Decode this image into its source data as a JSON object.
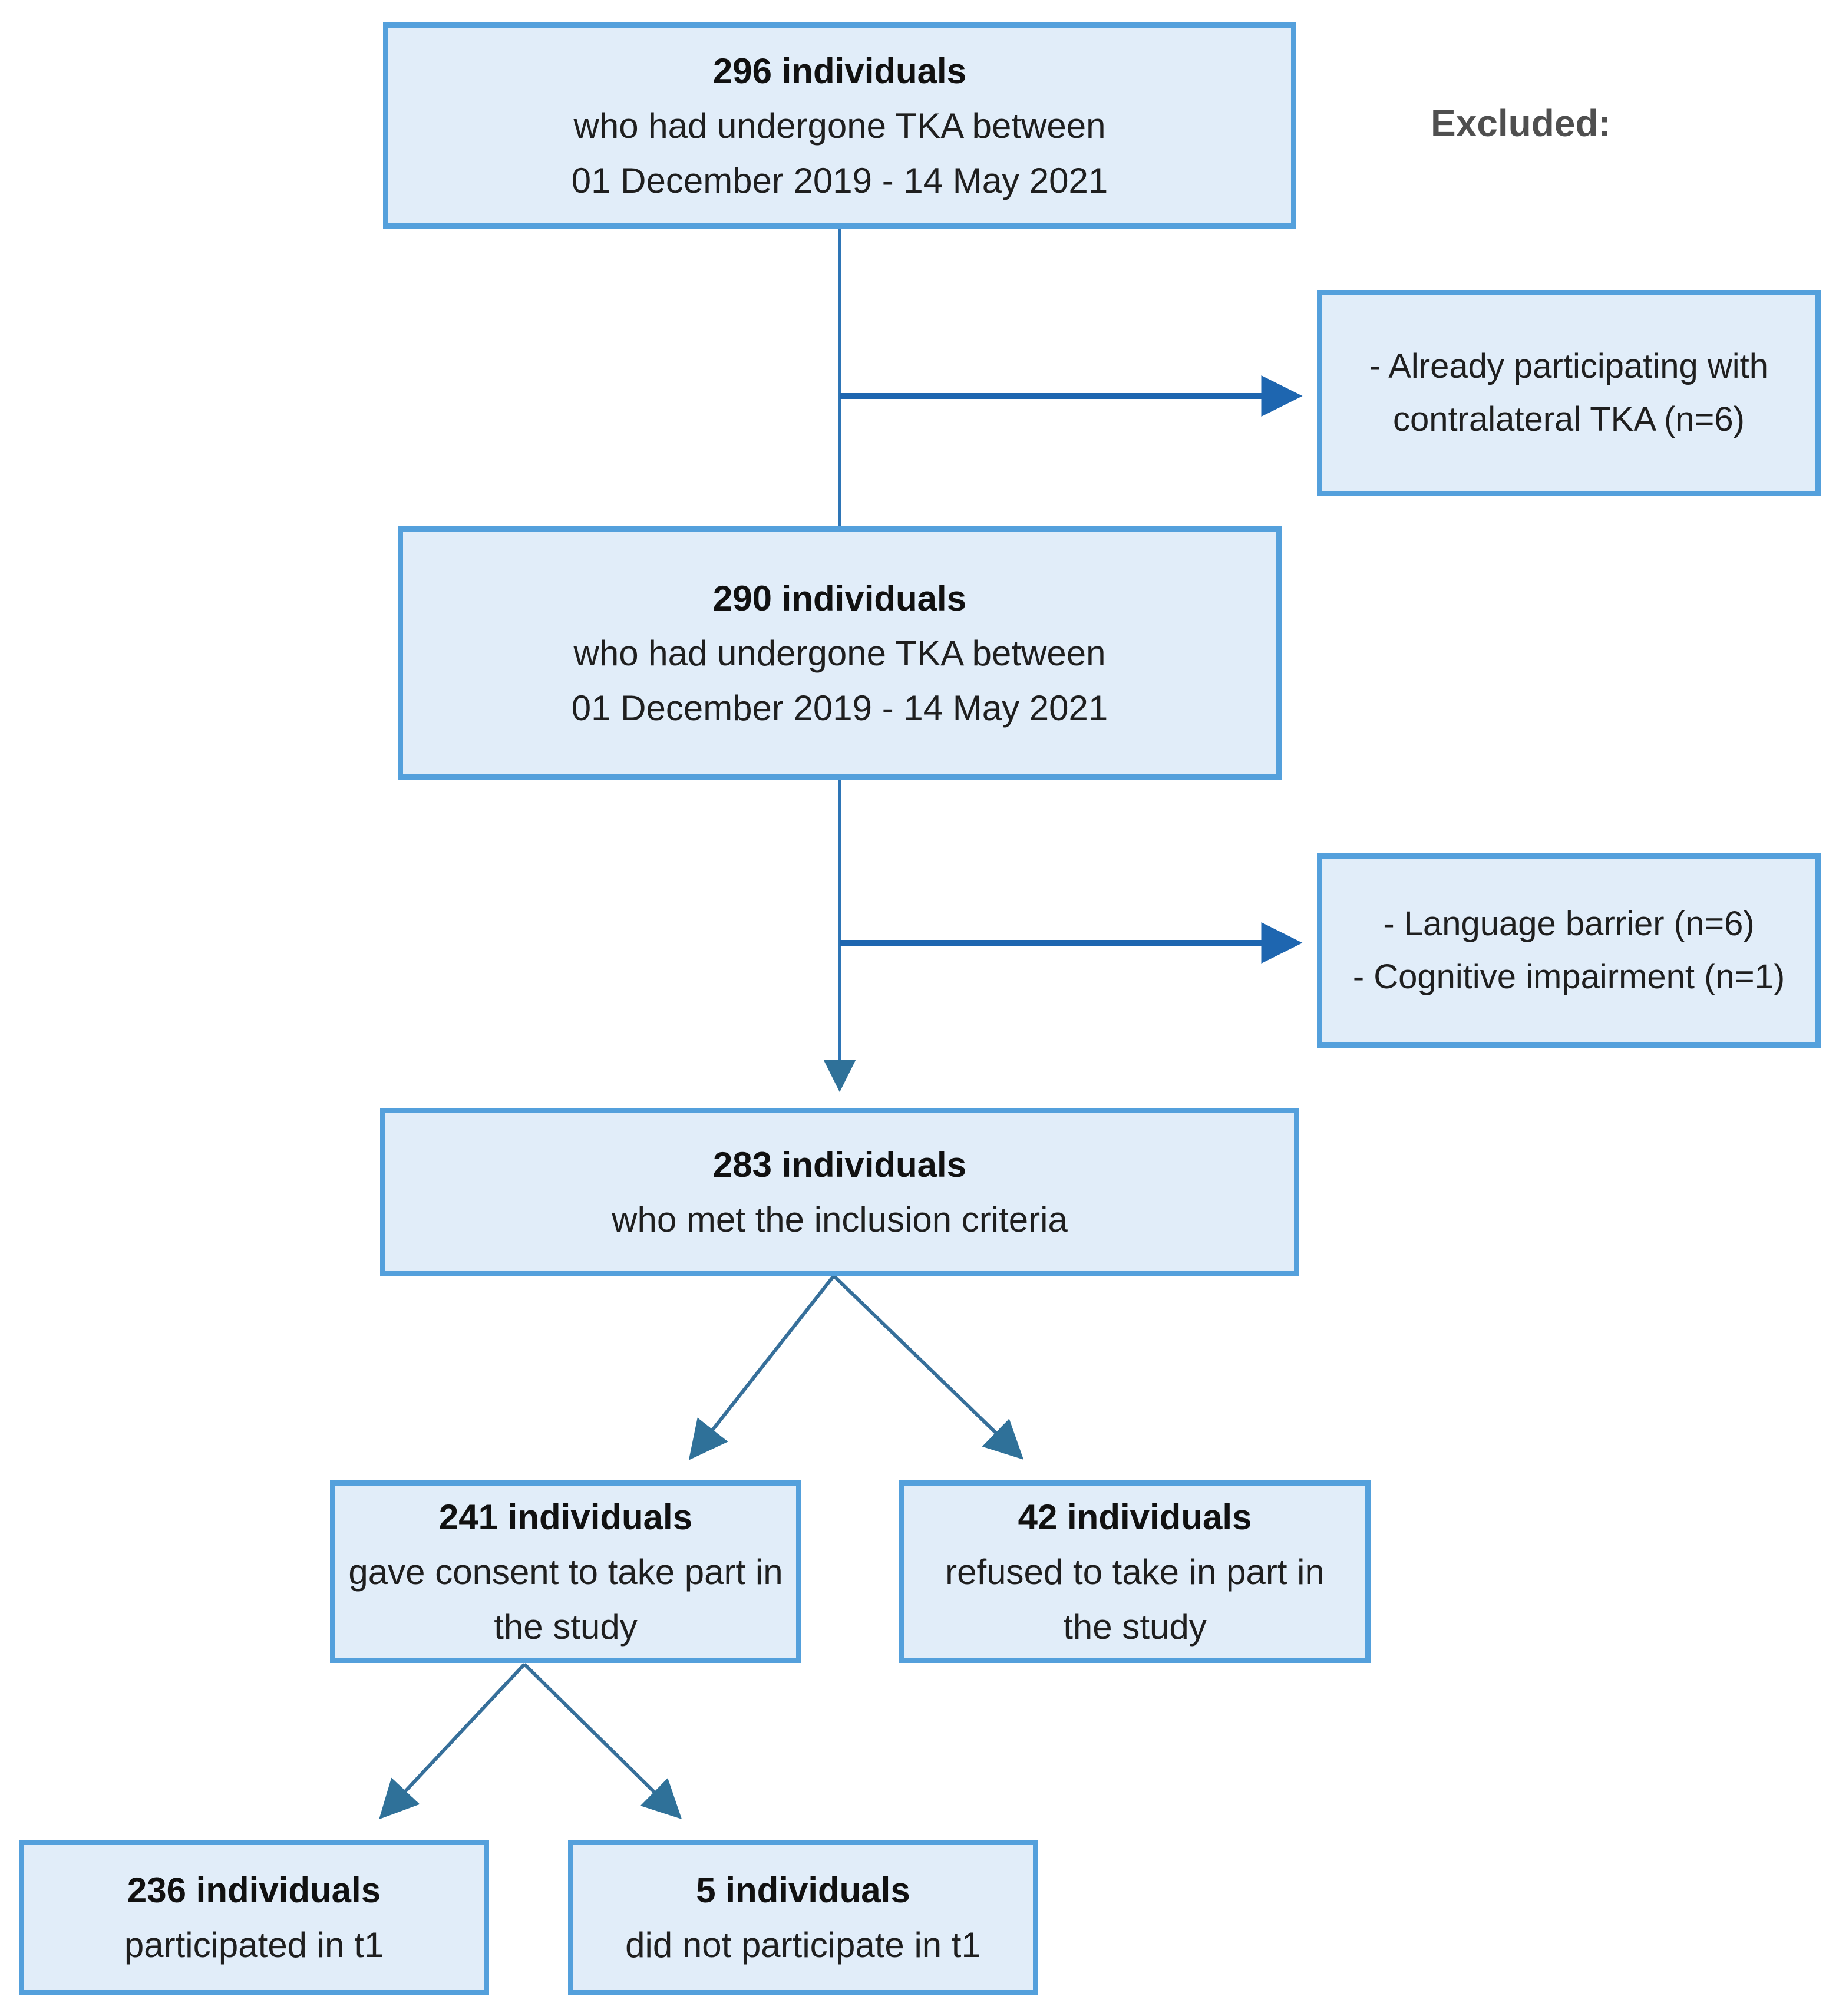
{
  "diagram": {
    "excluded_label": "Excluded:",
    "boxes": {
      "b296": {
        "title": "296 individuals",
        "lines": [
          "who had undergone TKA between",
          "01 December 2019 - 14 May 2021"
        ]
      },
      "b290": {
        "title": "290 individuals",
        "lines": [
          "who had undergone TKA between",
          "01 December 2019 - 14 May 2021"
        ]
      },
      "b283": {
        "title": "283 individuals",
        "lines": [
          "who met the inclusion criteria"
        ]
      },
      "b241": {
        "title": "241 individuals",
        "lines": [
          "gave consent to take part in",
          "the study"
        ]
      },
      "b42": {
        "title": "42 individuals",
        "lines": [
          "refused to take in part in",
          "the study"
        ]
      },
      "b236": {
        "title": "236 individuals",
        "lines": [
          "participated in t1"
        ]
      },
      "b5": {
        "title": "5 individuals",
        "lines": [
          "did not participate in t1"
        ]
      },
      "excl1": {
        "lines": [
          "- Already participating with",
          "contralateral TKA (n=6)"
        ]
      },
      "excl2": {
        "lines": [
          "- Language barrier (n=6)",
          "- Cognitive impairment (n=1)"
        ]
      }
    },
    "colors": {
      "box_fill": "#e1edf9",
      "box_border": "#54a0dc",
      "trunk_line": "#2e75b6",
      "horizontal_arrow": "#1e66b0",
      "diagonal_line": "#366f9a",
      "arrowhead_teal": "#2f7199",
      "excluded_label_color": "#4f4f4f",
      "text": "#1f1f1f"
    }
  }
}
